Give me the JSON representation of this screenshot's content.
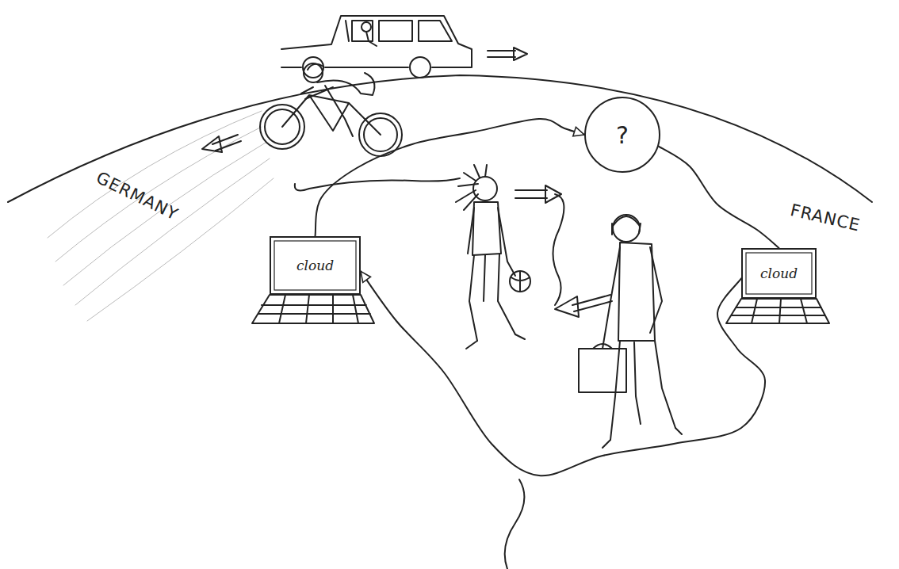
{
  "diagram": {
    "nodes": [
      {
        "text": [
          "?"
        ]
      },
      {
        "text": [
          "cloud"
        ]
      },
      {
        "text": [
          "cloud"
        ]
      }
    ],
    "edges": [
      {
        "from": 1,
        "to": 0,
        "arrow": "to"
      },
      {
        "from": 0,
        "to": 2,
        "arrow": "none"
      },
      {
        "from": 2,
        "to": 1,
        "arrow": "to"
      }
    ],
    "labels": [
      "GERMANY",
      "FRANCE"
    ]
  }
}
